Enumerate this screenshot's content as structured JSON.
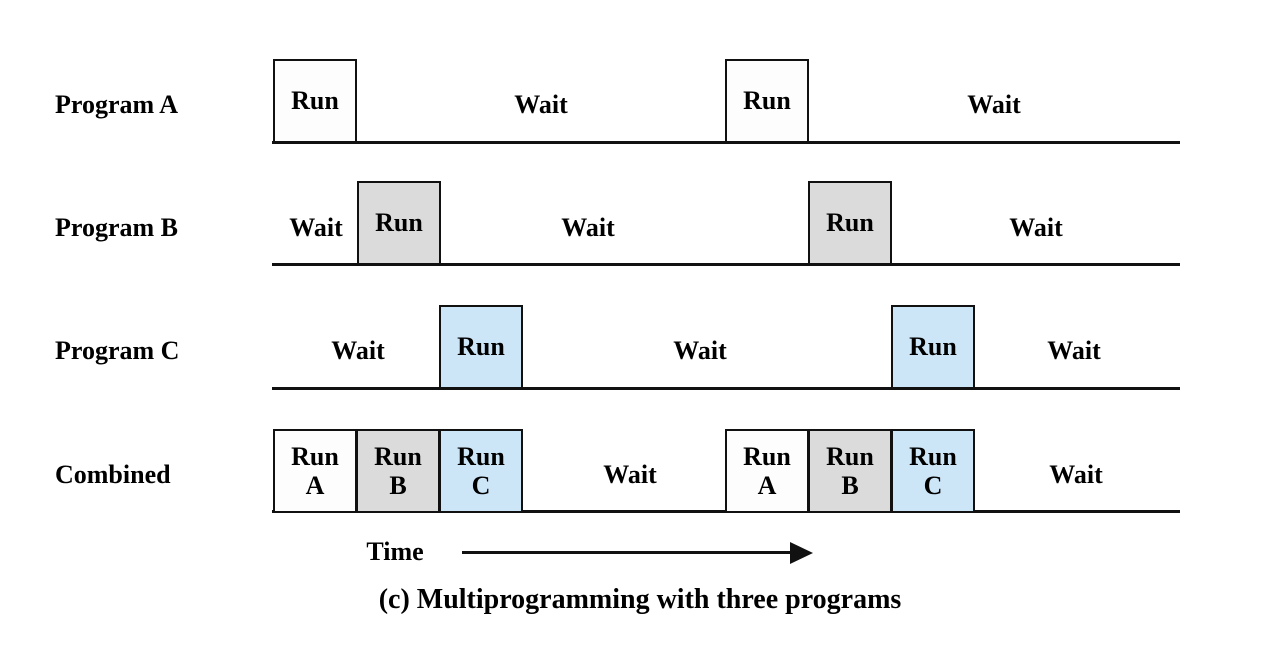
{
  "figure": {
    "caption": "(c) Multiprogramming with three programs",
    "time_axis_label": "Time"
  },
  "colors": {
    "run_a_fill": "#fdfdfd",
    "run_b_fill": "#dbdbdb",
    "run_c_fill": "#cde6f7",
    "line": "#111111"
  },
  "rows": [
    {
      "label": "Program A",
      "boxes": [
        {
          "text": "Run"
        },
        {
          "text": "Run"
        }
      ],
      "waits": [
        {
          "text": "Wait"
        },
        {
          "text": "Wait"
        }
      ]
    },
    {
      "label": "Program B",
      "boxes": [
        {
          "text": "Run"
        },
        {
          "text": "Run"
        }
      ],
      "waits": [
        {
          "text": "Wait"
        },
        {
          "text": "Wait"
        },
        {
          "text": "Wait"
        }
      ]
    },
    {
      "label": "Program C",
      "boxes": [
        {
          "text": "Run"
        },
        {
          "text": "Run"
        }
      ],
      "waits": [
        {
          "text": "Wait"
        },
        {
          "text": "Wait"
        },
        {
          "text": "Wait"
        }
      ]
    },
    {
      "label": "Combined",
      "boxes": [
        {
          "line1": "Run",
          "line2": "A"
        },
        {
          "line1": "Run",
          "line2": "B"
        },
        {
          "line1": "Run",
          "line2": "C"
        },
        {
          "line1": "Run",
          "line2": "A"
        },
        {
          "line1": "Run",
          "line2": "B"
        },
        {
          "line1": "Run",
          "line2": "C"
        }
      ],
      "waits": [
        {
          "text": "Wait"
        },
        {
          "text": "Wait"
        }
      ]
    }
  ]
}
